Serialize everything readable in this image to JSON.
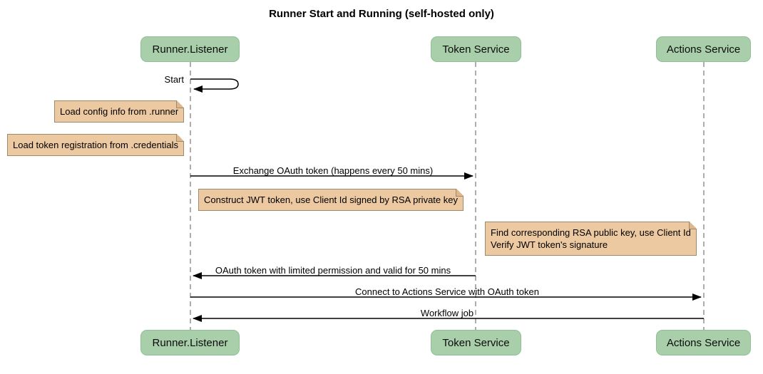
{
  "diagram": {
    "title": "Runner Start and Running (self-hosted only)",
    "actors": [
      {
        "label": "Runner.Listener"
      },
      {
        "label": "Token Service"
      },
      {
        "label": "Actions Service"
      }
    ],
    "messages": [
      {
        "label": "Start",
        "from": "Runner.Listener",
        "to": "Runner.Listener",
        "kind": "self-arrow"
      },
      {
        "label": "Exchange OAuth token (happens every 50 mins)",
        "from": "Runner.Listener",
        "to": "Token Service",
        "kind": "solid-arrow"
      },
      {
        "label": "OAuth token with limited permission and valid for 50 mins",
        "from": "Token Service",
        "to": "Runner.Listener",
        "kind": "solid-arrow"
      },
      {
        "label": "Connect to Actions Service with OAuth token",
        "from": "Runner.Listener",
        "to": "Actions Service",
        "kind": "solid-arrow"
      },
      {
        "label": "Workflow job",
        "from": "Actions Service",
        "to": "Runner.Listener",
        "kind": "solid-arrow"
      }
    ],
    "notes": [
      {
        "lines": [
          "Load config info from .runner"
        ],
        "position": "left of Runner.Listener"
      },
      {
        "lines": [
          "Load token registration from .credentials"
        ],
        "position": "left of Runner.Listener"
      },
      {
        "lines": [
          "Construct JWT token, use Client Id signed by RSA private key"
        ],
        "position": "over Runner.Listener and Token Service"
      },
      {
        "lines": [
          "Find corresponding RSA public key, use Client Id",
          "Verify JWT token's signature"
        ],
        "position": "over Token Service and Actions Service"
      }
    ],
    "colors": {
      "actor_fill": "#A8CFAA",
      "actor_border": "#8FBF96",
      "note_fill": "#EDC9A2",
      "note_border": "#9B8A6D",
      "note_fold": "#DFB78C",
      "lifeline": "#999999",
      "arrow": "#000000",
      "background": "#FFFFFF"
    }
  }
}
